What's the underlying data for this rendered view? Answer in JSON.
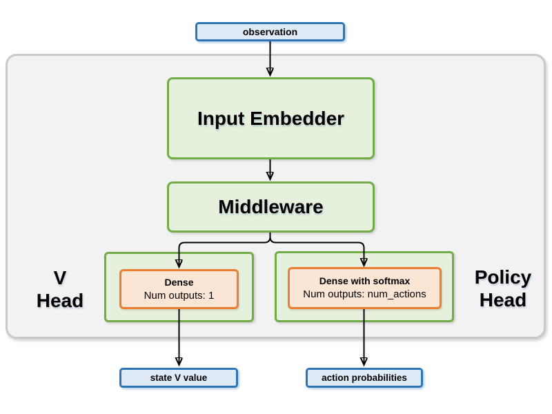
{
  "diagram": {
    "observation_label": "observation",
    "input_embedder_label": "Input Embedder",
    "middleware_label": "Middleware",
    "v_head": {
      "title_line1": "V",
      "title_line2": "Head",
      "dense_title": "Dense",
      "dense_subtitle": "Num outputs: 1"
    },
    "policy_head": {
      "title_line1": "Policy",
      "title_line2": "Head",
      "dense_title": "Dense with softmax",
      "dense_subtitle": "Num outputs: num_actions"
    },
    "state_v_value_label": "state V value",
    "action_probabilities_label": "action probabilities"
  },
  "colors": {
    "background": "#ffffff",
    "container_fill": "#f2f2f2",
    "container_border": "#c9c9c9",
    "green_fill": "#e5f0dd",
    "green_border": "#70ad47",
    "orange_fill": "#fbe5d5",
    "orange_border": "#ed7d31",
    "blue_fill": "#deebf7",
    "blue_border": "#2e75b6",
    "arrow_color": "#000000",
    "text_color": "#000000"
  }
}
